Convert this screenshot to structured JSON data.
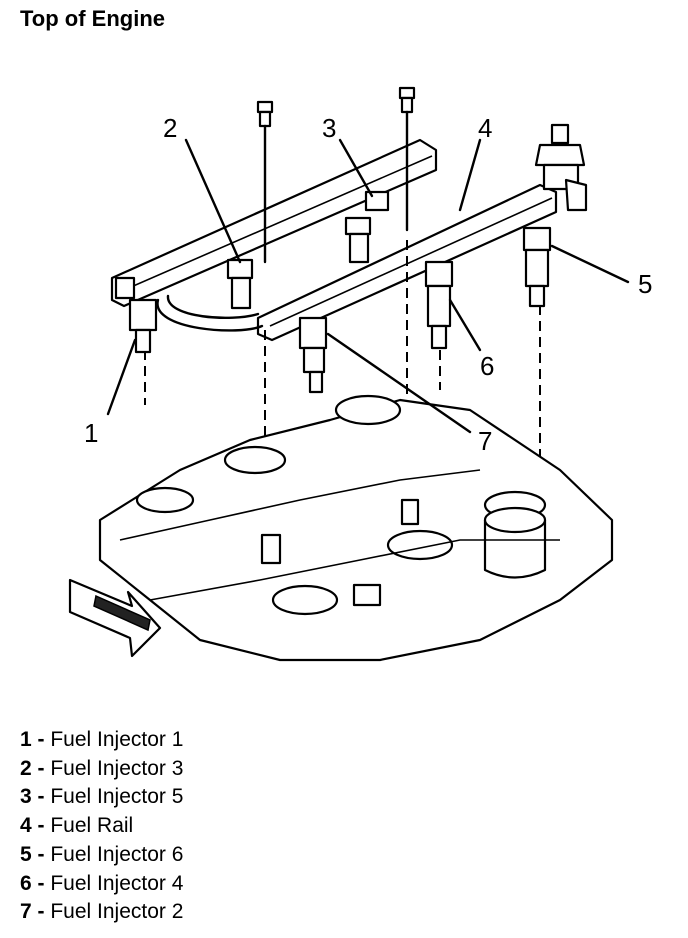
{
  "title": "Top of Engine",
  "callouts": [
    "1",
    "2",
    "3",
    "4",
    "5",
    "6",
    "7"
  ],
  "legend": [
    {
      "num": "1",
      "sep": " - ",
      "label": "Fuel Injector 1"
    },
    {
      "num": "2",
      "sep": " - ",
      "label": "Fuel Injector 3"
    },
    {
      "num": "3",
      "sep": " - ",
      "label": "Fuel Injector 5"
    },
    {
      "num": "4",
      "sep": " - ",
      "label": "Fuel Rail"
    },
    {
      "num": "5",
      "sep": " - ",
      "label": "Fuel Injector 6"
    },
    {
      "num": "6",
      "sep": " - ",
      "label": "Fuel Injector 4"
    },
    {
      "num": "7",
      "sep": " - ",
      "label": "Fuel Injector 2"
    }
  ]
}
